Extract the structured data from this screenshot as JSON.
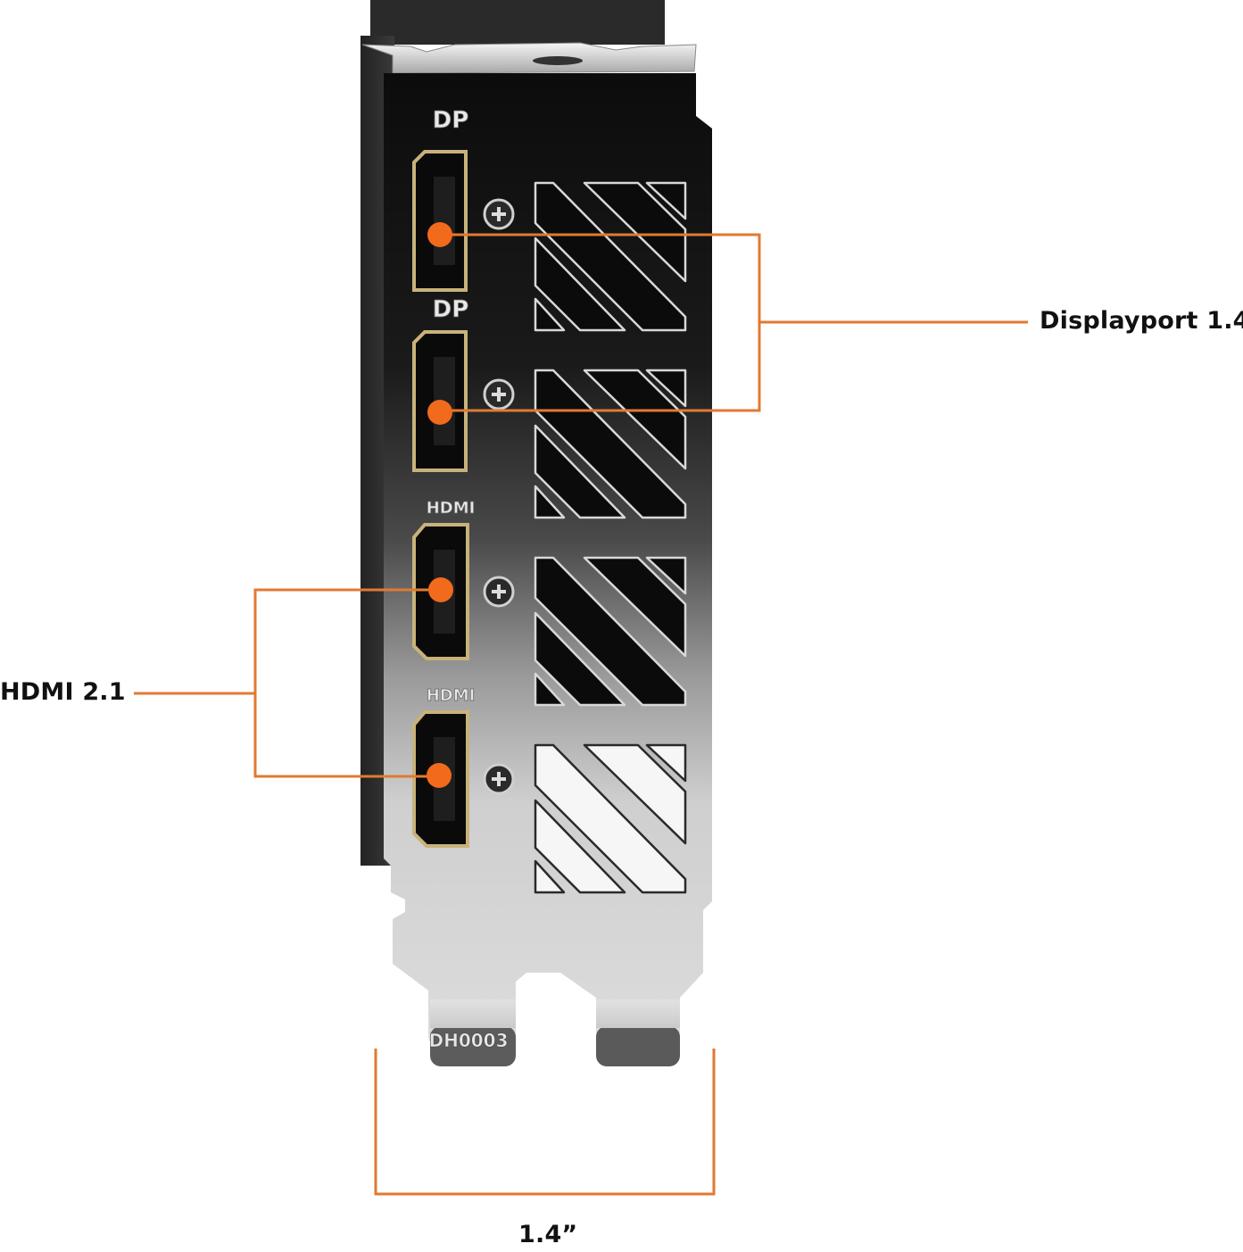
{
  "product": {
    "type": "graphics card low-profile bracket (rear I/O view)",
    "bracket_stamp": "DH0003"
  },
  "ports": [
    {
      "silk_label": "DP",
      "kind": "displayport"
    },
    {
      "silk_label": "DP",
      "kind": "displayport"
    },
    {
      "silk_label": "HDMI",
      "kind": "hdmi"
    },
    {
      "silk_label": "HDMI",
      "kind": "hdmi"
    }
  ],
  "callouts": {
    "displayport": {
      "label": "Displayport 1.4",
      "port_count": 2
    },
    "hdmi": {
      "label": "HDMI 2.1",
      "port_count": 2
    },
    "width": {
      "label": "1.4”"
    }
  },
  "colors": {
    "callout_line": "#e07a32",
    "callout_dot": "#f26a1b",
    "label_text": "#111111",
    "bracket_dark": "#151515",
    "bracket_light": "#d8d8d8",
    "port_gold": "#c9b27a"
  }
}
